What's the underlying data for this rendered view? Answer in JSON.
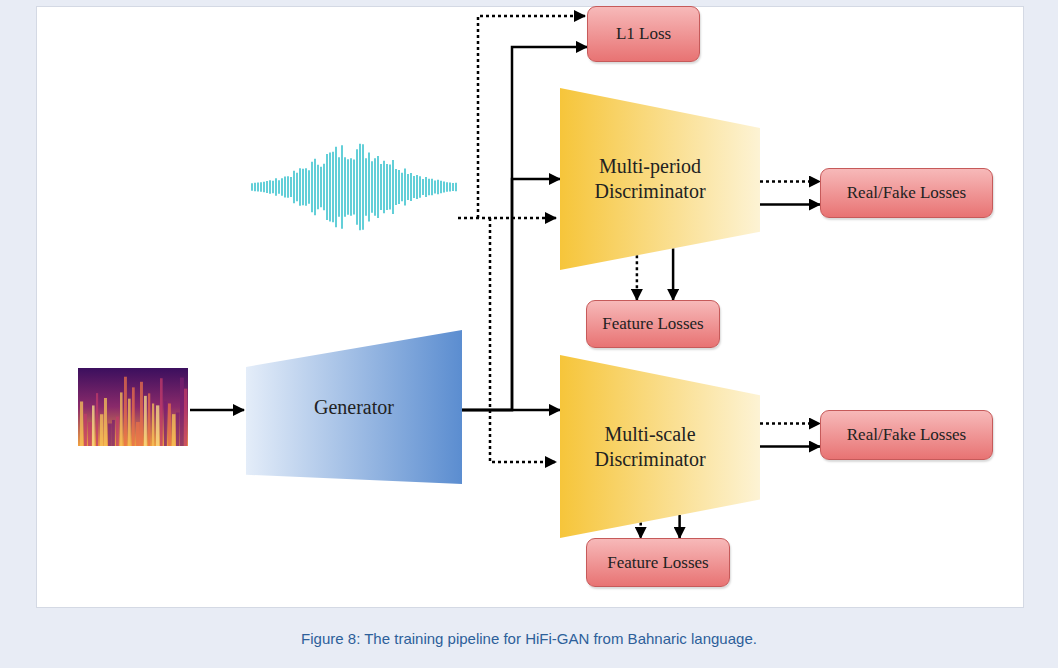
{
  "diagram": {
    "caption": "Figure 8: The training pipeline for HiFi-GAN from Bahnaric language.",
    "nodes": [
      {
        "text": [
          "L1 Loss"
        ]
      },
      {
        "text": [
          "Multi-period Discriminator"
        ]
      },
      {
        "text": [
          "Real/Fake Losses"
        ]
      },
      {
        "text": [
          "Feature Losses"
        ]
      },
      {
        "text": [
          "Generator"
        ]
      },
      {
        "text": [
          "Multi-scale Discriminator"
        ]
      },
      {
        "text": [
          "Real/Fake Losses"
        ]
      },
      {
        "text": [
          "Feature Losses"
        ]
      }
    ],
    "edges": [
      {
        "from": 4,
        "to": 0,
        "arrow": "to"
      },
      {
        "from": 4,
        "to": 1,
        "arrow": "to"
      },
      {
        "from": 4,
        "to": 5,
        "arrow": "to"
      },
      {
        "from": 1,
        "to": 2,
        "arrow": "to"
      },
      {
        "from": 1,
        "to": 2,
        "arrow": "to"
      },
      {
        "from": 1,
        "to": 3,
        "arrow": "to"
      },
      {
        "from": 1,
        "to": 3,
        "arrow": "to"
      },
      {
        "from": 5,
        "to": 6,
        "arrow": "to"
      },
      {
        "from": 5,
        "to": 6,
        "arrow": "to"
      },
      {
        "from": 5,
        "to": 7,
        "arrow": "to"
      },
      {
        "from": 5,
        "to": 7,
        "arrow": "to"
      }
    ]
  }
}
